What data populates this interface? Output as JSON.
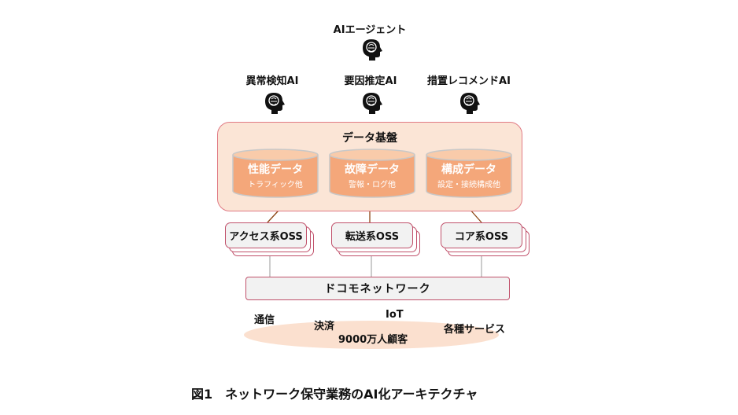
{
  "agents": {
    "top": "AIエージェント",
    "anomaly": "異常検知AI",
    "cause": "要因推定AI",
    "remedy": "措置レコメンドAI"
  },
  "platform": {
    "title": "データ基盤"
  },
  "databases": [
    {
      "title": "性能データ",
      "subtitle": "トラフィック他"
    },
    {
      "title": "故障データ",
      "subtitle": "警報・ログ他"
    },
    {
      "title": "構成データ",
      "subtitle": "設定・接続構成他"
    }
  ],
  "oss": [
    {
      "label": "アクセス系OSS"
    },
    {
      "label": "転送系OSS"
    },
    {
      "label": "コア系OSS"
    }
  ],
  "network": {
    "label": "ドコモネットワーク"
  },
  "customers": {
    "comm": "通信",
    "payment": "決済",
    "iot": "IoT",
    "customers": "9000万人顧客",
    "services": "各種サービス"
  },
  "caption": "図1　ネットワーク保守業務のAI化アーキテクチャ",
  "colors": {
    "accent_border": "#e07a84",
    "platform_fill": "#fbe5d6",
    "db_fill": "#f4a77a",
    "db_stroke": "#c8c8c8",
    "ellipse_fill": "#fbe0cf",
    "arrow": "#8b4513"
  }
}
